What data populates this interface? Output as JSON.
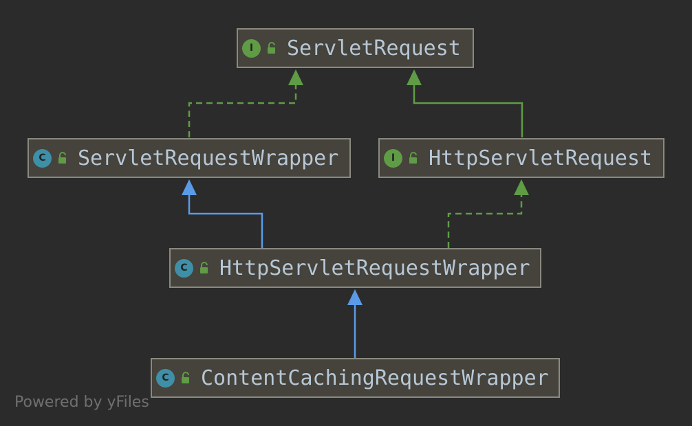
{
  "diagram": {
    "nodes": [
      {
        "id": "servlet-request",
        "label": "ServletRequest",
        "kind": "interface",
        "badge": "I"
      },
      {
        "id": "servlet-request-wrapper",
        "label": "ServletRequestWrapper",
        "kind": "class",
        "badge": "C"
      },
      {
        "id": "http-servlet-request",
        "label": "HttpServletRequest",
        "kind": "interface",
        "badge": "I"
      },
      {
        "id": "http-servlet-request-wrapper",
        "label": "HttpServletRequestWrapper",
        "kind": "class",
        "badge": "C"
      },
      {
        "id": "content-caching-request-wrapper",
        "label": "ContentCachingRequestWrapper",
        "kind": "class",
        "badge": "C"
      }
    ],
    "edges": [
      {
        "from": "servlet-request-wrapper",
        "to": "servlet-request",
        "relation": "implements",
        "style": "dashed-green"
      },
      {
        "from": "http-servlet-request",
        "to": "servlet-request",
        "relation": "extends",
        "style": "solid-green"
      },
      {
        "from": "http-servlet-request-wrapper",
        "to": "servlet-request-wrapper",
        "relation": "extends",
        "style": "solid-blue"
      },
      {
        "from": "http-servlet-request-wrapper",
        "to": "http-servlet-request",
        "relation": "implements",
        "style": "dashed-green"
      },
      {
        "from": "content-caching-request-wrapper",
        "to": "http-servlet-request-wrapper",
        "relation": "extends",
        "style": "solid-blue"
      }
    ]
  },
  "colors": {
    "background": "#2b2b2b",
    "node_fill": "#45433c",
    "node_border": "#8a8a80",
    "label_text": "#b7c7d6",
    "interface_badge": "#5f9c45",
    "class_badge": "#3f8fa8",
    "green_edge": "#5f9c45",
    "blue_edge": "#5a9be8"
  },
  "icons": {
    "visibility": "unlocked-padlock-icon"
  },
  "footer": {
    "text": "Powered by yFiles"
  }
}
